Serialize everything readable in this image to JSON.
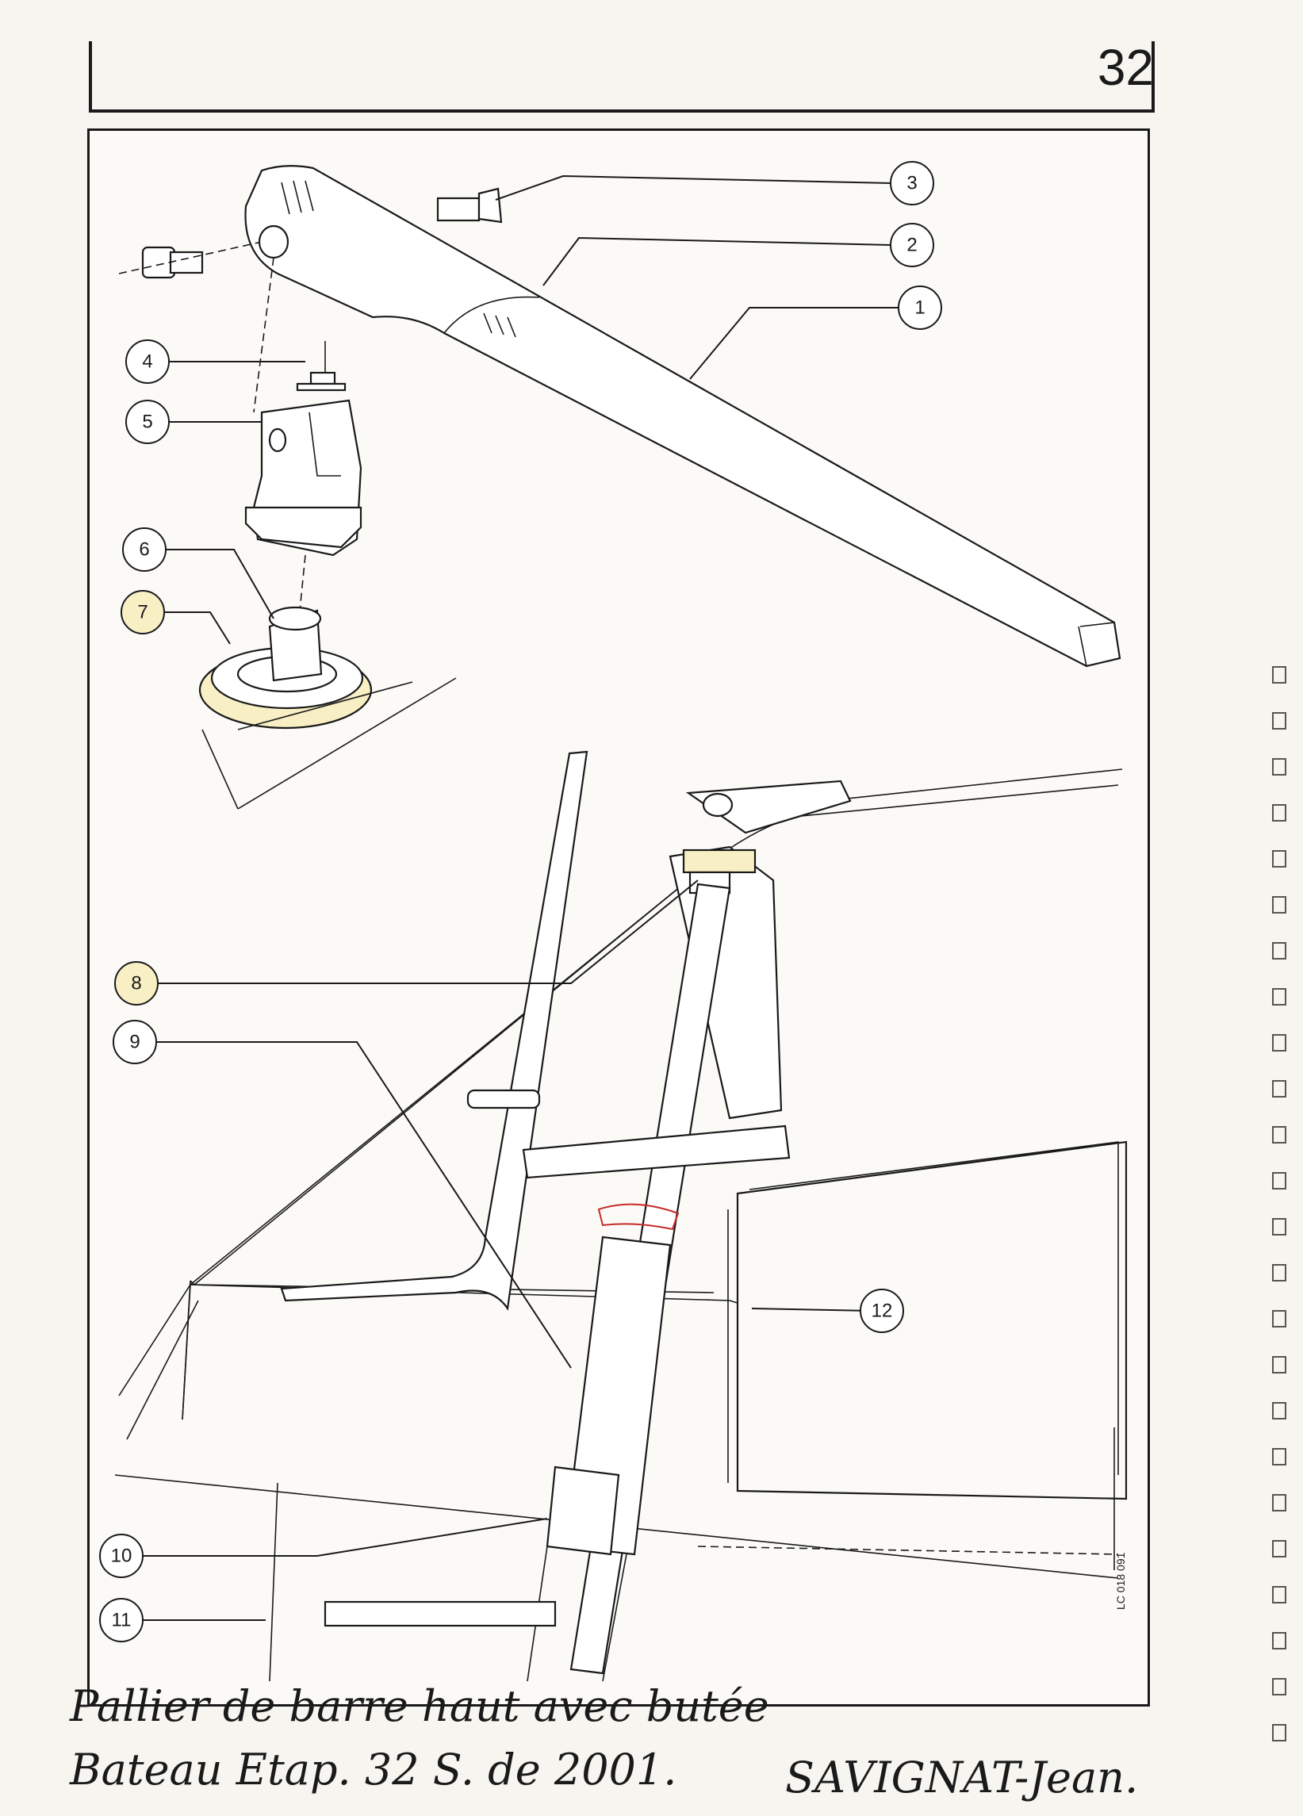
{
  "page": {
    "number": "32",
    "drawing_code": "LC 018 091"
  },
  "callouts": [
    {
      "id": "1",
      "highlighted": false
    },
    {
      "id": "2",
      "highlighted": false
    },
    {
      "id": "3",
      "highlighted": false
    },
    {
      "id": "4",
      "highlighted": false
    },
    {
      "id": "5",
      "highlighted": false
    },
    {
      "id": "6",
      "highlighted": false
    },
    {
      "id": "7",
      "highlighted": true
    },
    {
      "id": "8",
      "highlighted": true
    },
    {
      "id": "9",
      "highlighted": false
    },
    {
      "id": "10",
      "highlighted": false
    },
    {
      "id": "11",
      "highlighted": false
    },
    {
      "id": "12",
      "highlighted": false
    }
  ],
  "handwritten": {
    "line1": "Pallier de barre haut avec butée",
    "line2": "Bateau Etap. 32 S. de 2001.",
    "owner": "SAVIGNAT-Jean."
  },
  "colors": {
    "highlight": "#f8efc4",
    "ink": "#1a1a1a"
  }
}
